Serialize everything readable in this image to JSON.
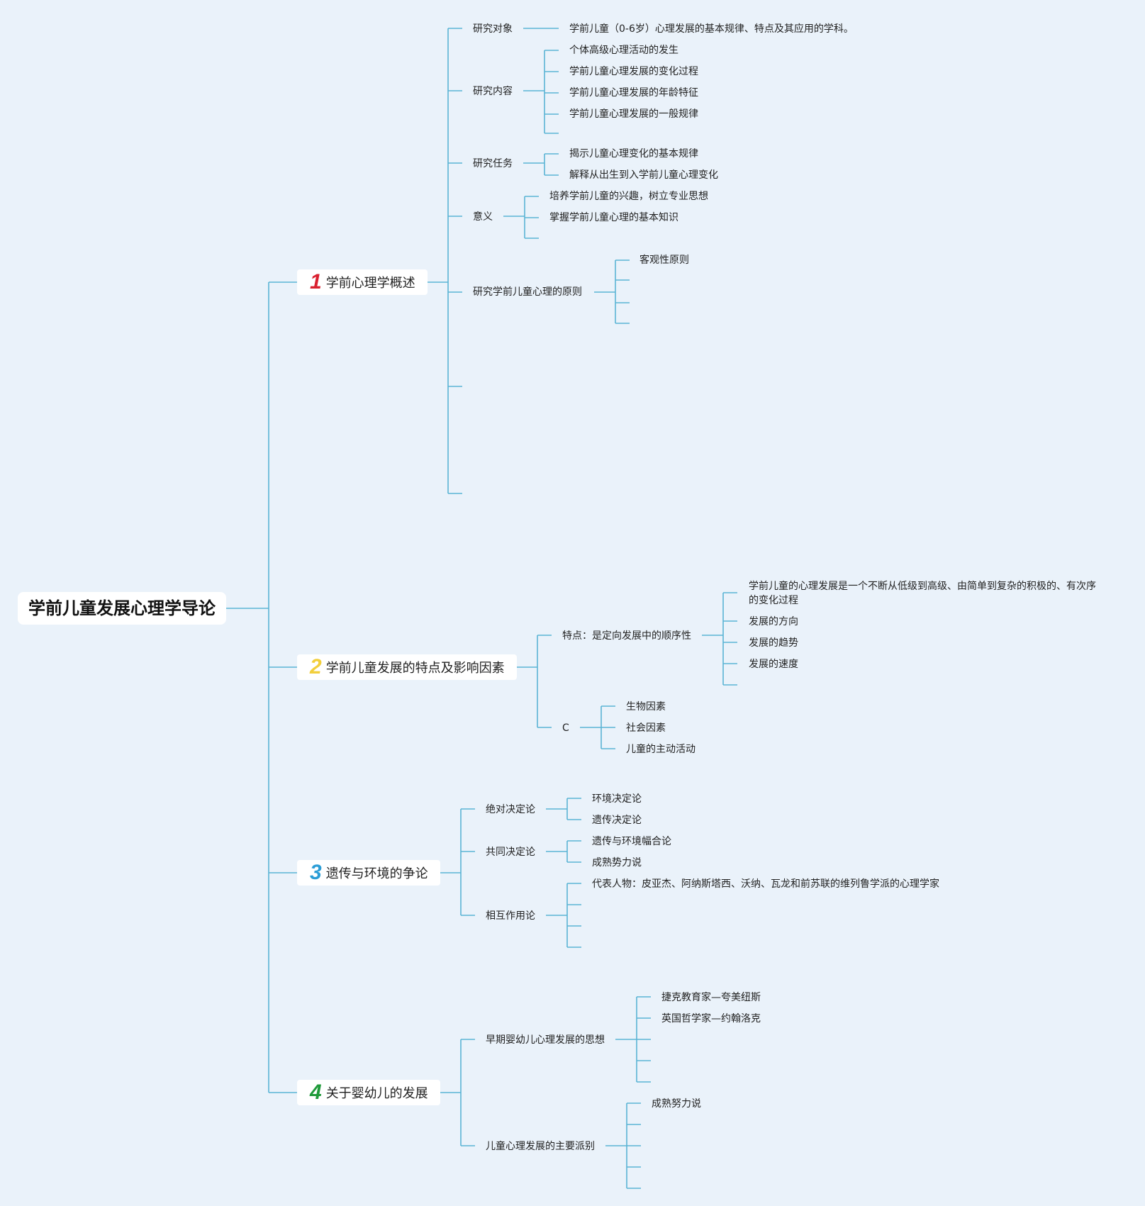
{
  "colors": {
    "background": "#eaf2fa",
    "connector": "#5ab4d4",
    "node_bg": "#ffffff",
    "num1": "#d9202f",
    "num2": "#f2cf3c",
    "num3": "#2b9dd6",
    "num4": "#1f9a3a"
  },
  "root": {
    "label": "学前儿童发展心理学导论"
  },
  "branches": [
    {
      "num": "1",
      "label": "学前心理学概述",
      "children": {
        "object": {
          "label": "研究对象",
          "items": [
            "学前儿童（0-6岁）心理发展的基本规律、特点及其应用的学科。"
          ]
        },
        "content": {
          "label": "研究内容",
          "items": [
            "个体高级心理活动的发生",
            "学前儿童心理发展的变化过程",
            "学前儿童心理发展的年龄特征",
            "学前儿童心理发展的一般规律"
          ]
        },
        "task": {
          "label": "研究任务",
          "items": [
            "揭示儿童心理变化的基本规律",
            "解释从出生到入学前儿童心理变化"
          ]
        },
        "meaning": {
          "label": "意义",
          "items": [
            "培养学前儿童的兴趣，树立专业思想",
            "掌握学前儿童心理的基本知识"
          ]
        },
        "principle": {
          "label": "研究学前儿童心理的原则",
          "items": [
            "客观性原则"
          ]
        }
      }
    },
    {
      "num": "2",
      "label": "学前儿童发展的特点及影响因素",
      "children": {
        "feature": {
          "label": "特点：是定向发展中的顺序性",
          "items": [
            "学前儿童的心理发展是一个不断从低级到高级、由简单到复杂的积极的、有次序的变化过程",
            "发展的方向",
            "发展的趋势",
            "发展的速度"
          ]
        },
        "factor": {
          "label": "C",
          "items": [
            "生物因素",
            "社会因素",
            "儿童的主动活动"
          ]
        }
      }
    },
    {
      "num": "3",
      "label": "遗传与环境的争论",
      "children": {
        "absolute": {
          "label": "绝对决定论",
          "items": [
            "环境决定论",
            "遗传决定论"
          ]
        },
        "common": {
          "label": "共同决定论",
          "items": [
            "遗传与环境幅合论",
            "成熟势力说"
          ]
        },
        "interaction": {
          "label": "相互作用论",
          "items": [
            "代表人物：皮亚杰、阿纳斯塔西、沃纳、瓦龙和前苏联的维列鲁学派的心理学家"
          ]
        }
      }
    },
    {
      "num": "4",
      "label": "关于婴幼儿的发展",
      "children": {
        "early": {
          "label": "早期婴幼儿心理发展的思想",
          "items": [
            "捷克教育家—夸美纽斯",
            "英国哲学家—约翰洛克"
          ]
        },
        "schools": {
          "label": "儿童心理发展的主要派别",
          "items": [
            "成熟努力说"
          ]
        }
      }
    }
  ]
}
